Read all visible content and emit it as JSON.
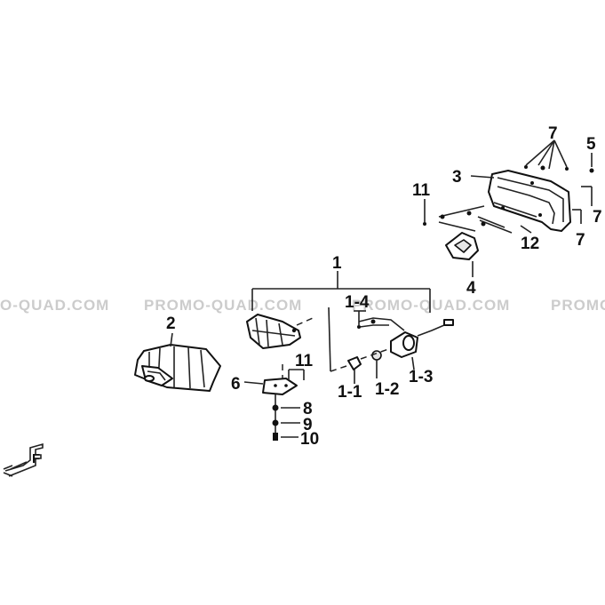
{
  "watermarks": [
    "O-QUAD.COM",
    "PROMO-QUAD.COM",
    "PROMO-QUAD.COM",
    "PROMO"
  ],
  "callouts": {
    "c1": "1",
    "c1_4": "1-4",
    "c1_1": "1-1",
    "c1_2": "1-2",
    "c1_3": "1-3",
    "c2": "2",
    "c3": "3",
    "c4": "4",
    "c5": "5",
    "c6": "6",
    "c7a": "7",
    "c7b": "7",
    "c7c": "7",
    "c8": "8",
    "c9": "9",
    "c10": "10",
    "c11a": "11",
    "c11b": "11",
    "c12": "12"
  },
  "front_marker": "F"
}
